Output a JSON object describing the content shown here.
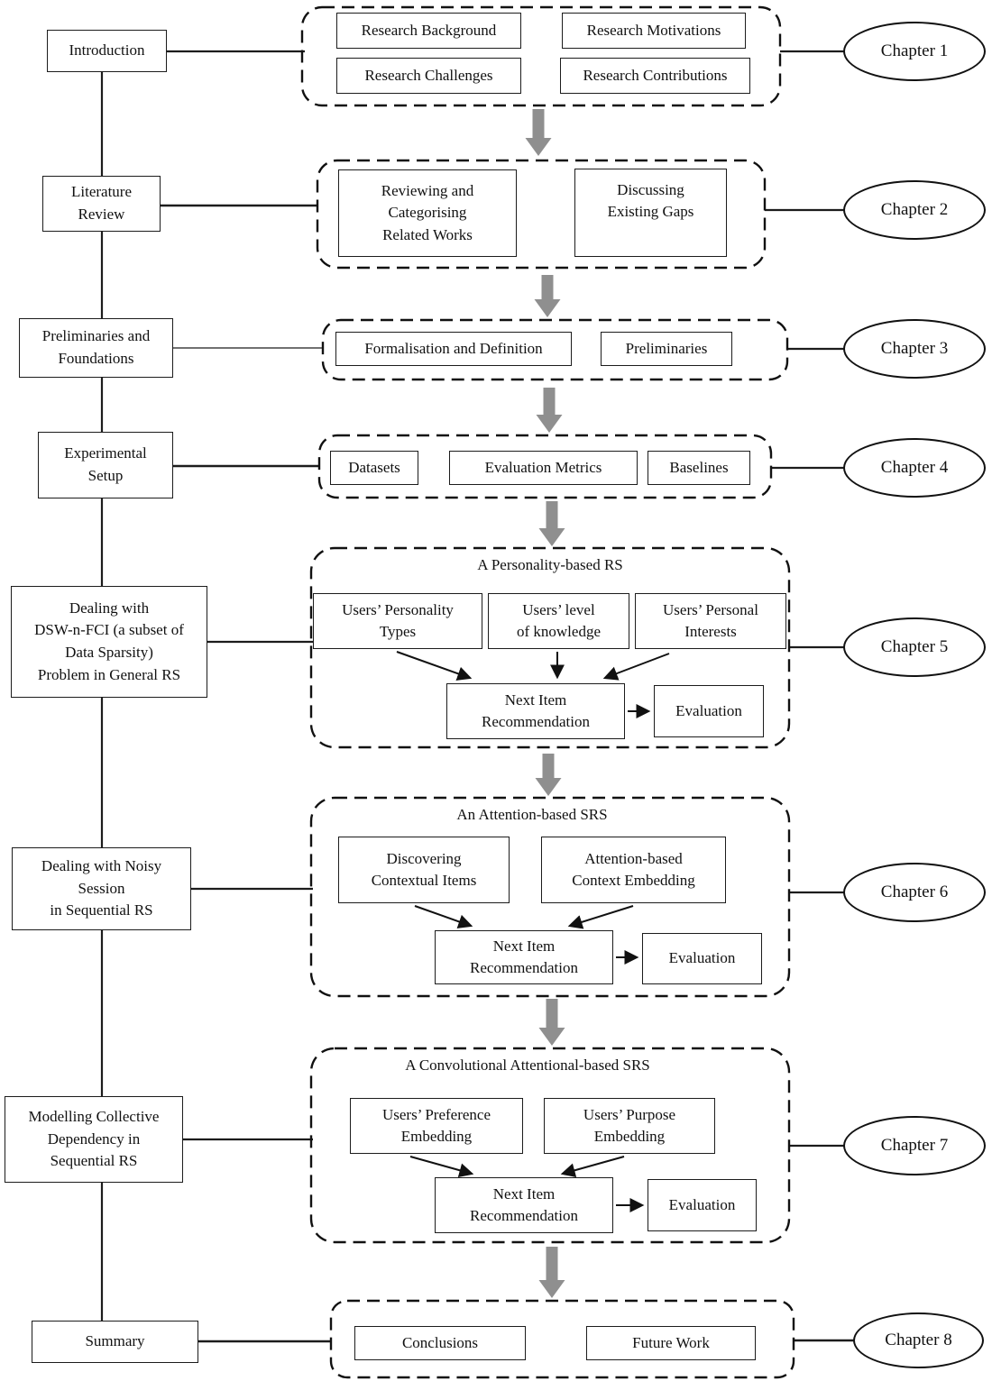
{
  "diagram": {
    "colors": {
      "line": "#1c1c1c",
      "arrow_gray": "#8f8f8f",
      "background": "#ffffff"
    },
    "rows": [
      {
        "left": "Introduction",
        "chapter": "Chapter 1",
        "boxes": [
          "Research Background",
          "Research Motivations",
          "Research Challenges",
          "Research Contributions"
        ]
      },
      {
        "left": "Literature\nReview",
        "chapter": "Chapter 2",
        "boxes": [
          "Reviewing and\nCategorising\nRelated Works",
          "Discussing\nExisting Gaps"
        ]
      },
      {
        "left": "Preliminaries and\nFoundations",
        "chapter": "Chapter 3",
        "boxes": [
          "Formalisation and Definition",
          "Preliminaries"
        ]
      },
      {
        "left": "Experimental\nSetup",
        "chapter": "Chapter 4",
        "boxes": [
          "Datasets",
          "Evaluation Metrics",
          "Baselines"
        ]
      },
      {
        "left": "Dealing with\nDSW-n-FCI (a subset of\nData Sparsity)\nProblem in General RS",
        "chapter": "Chapter 5",
        "title": "A Personality-based RS",
        "inputs": [
          "Users’ Personality\nTypes",
          "Users’ level\nof knowledge",
          "Users’ Personal\nInterests"
        ],
        "output": "Next Item\nRecommendation",
        "evaluation": "Evaluation"
      },
      {
        "left": "Dealing with Noisy\nSession\nin Sequential RS",
        "chapter": "Chapter 6",
        "title": "An Attention-based SRS",
        "inputs": [
          "Discovering\nContextual Items",
          "Attention-based\nContext Embedding"
        ],
        "output": "Next Item\nRecommendation",
        "evaluation": "Evaluation"
      },
      {
        "left": "Modelling Collective\nDependency in\nSequential RS",
        "chapter": "Chapter 7",
        "title": "A Convolutional Attentional-based SRS",
        "inputs": [
          "Users’ Preference\nEmbedding",
          "Users’ Purpose\nEmbedding"
        ],
        "output": "Next Item\nRecommendation",
        "evaluation": "Evaluation"
      },
      {
        "left": "Summary",
        "chapter": "Chapter 8",
        "boxes": [
          "Conclusions",
          "Future Work"
        ]
      }
    ]
  }
}
